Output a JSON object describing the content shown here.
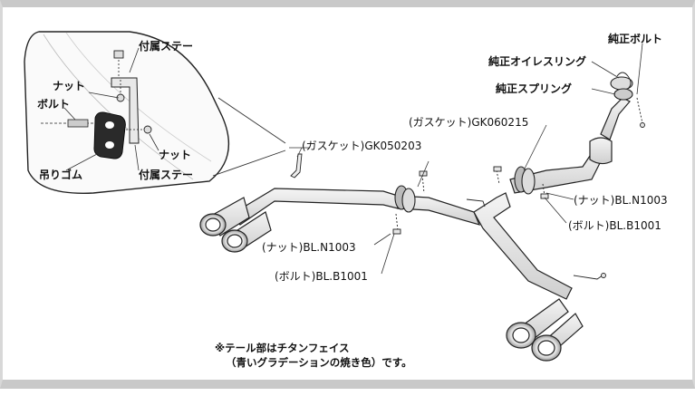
{
  "inset": {
    "bracket_top_label": "付属ステー",
    "nut_left_label": "ナット",
    "bolt_label": "ボルト",
    "nut_right_label": "ナット",
    "hanger_rubber_label": "吊りゴム",
    "bracket_bottom_label": "付属ステー"
  },
  "labels": {
    "genuine_bolt": "純正ボルト",
    "genuine_oil_ring": "純正オイレスリング",
    "genuine_spring": "純正スプリング",
    "gasket_front": "(ガスケット)GK060215",
    "gasket_rear": "(ガスケット)GK050203",
    "nut_right": "(ナット)BL.N1003",
    "bolt_right": "(ボルト)BL.B1001",
    "nut_center": "(ナット)BL.N1003",
    "bolt_center": "(ボルト)BL.B1001"
  },
  "note": {
    "line1": "※テール部はチタンフェイス",
    "line2": "（青いグラデーションの焼き色）です。"
  }
}
